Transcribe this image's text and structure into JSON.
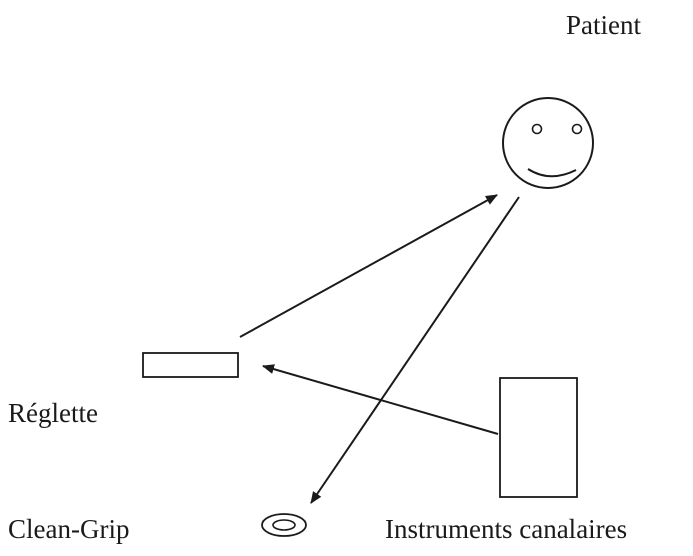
{
  "labels": {
    "patient": "Patient",
    "reglette": "Réglette",
    "clean_grip": "Clean-Grip",
    "instruments": "Instruments canalaires"
  },
  "colors": {
    "stroke": "#1a1a1a",
    "background": "#ffffff"
  },
  "icons": {
    "patient": "smiley-face-icon",
    "clean_grip": "concentric-ovals-icon"
  },
  "arrows": [
    {
      "from": "reglette",
      "to": "patient"
    },
    {
      "from": "instruments",
      "to": "reglette"
    },
    {
      "from": "patient",
      "to": "clean_grip"
    }
  ]
}
